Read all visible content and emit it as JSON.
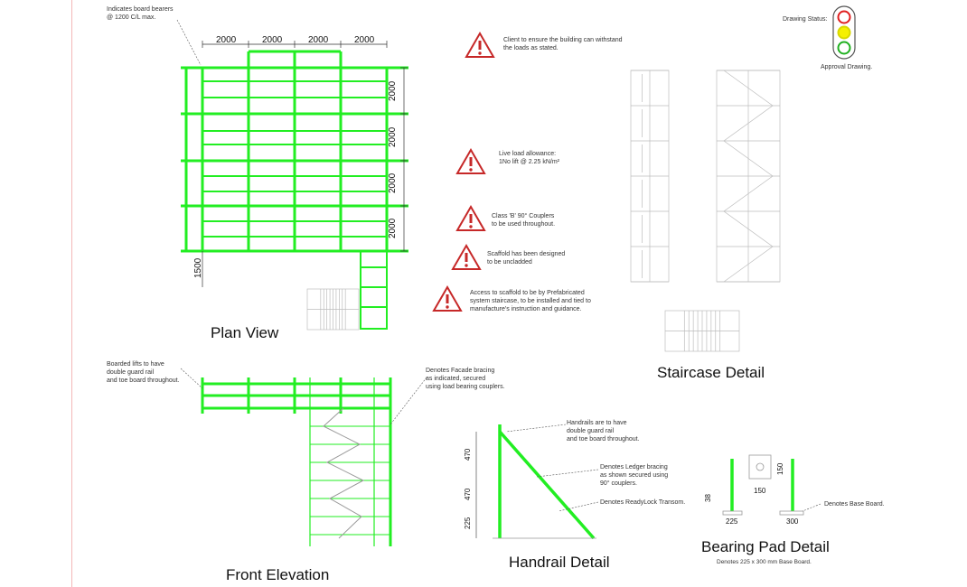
{
  "drawing_status": {
    "label": "Drawing Status:",
    "approval_label": "Approval Drawing.",
    "lights": [
      "#ffffff",
      "#f5f000",
      "#ffffff"
    ],
    "light_stroke_colors": [
      "#e02020",
      "#d8d800",
      "#20b020"
    ]
  },
  "colors": {
    "scaffold": "#22ee22",
    "warning": "#c62828",
    "faint": "#b8b8b8"
  },
  "plan_view": {
    "title": "Plan View",
    "note_bearers": "Indicates board bearers\n@ 1200 C/L max.",
    "top_dims": [
      "2000",
      "2000",
      "2000",
      "2000"
    ],
    "side_dims": [
      "2000",
      "2000",
      "2000",
      "2000"
    ],
    "left_dim": "1500"
  },
  "warnings": [
    {
      "text": "Client to ensure the building can withstand\nthe loads as stated."
    },
    {
      "text": "Live load allowance:\n1No lift @ 2.25 kN/m²"
    },
    {
      "text": "Class 'B' 90° Couplers\nto be used throughout."
    },
    {
      "text": "Scaffold has been designed\nto be uncladded"
    },
    {
      "text": "Access to scaffold to be by Prefabricated\nsystem staircase, to be installed and tied to\nmanufacture's instruction and guidance."
    }
  ],
  "staircase_detail": {
    "title": "Staircase Detail"
  },
  "front_elevation": {
    "title": "Front Elevation",
    "note_lifts": "Boarded lifts to have\ndouble guard rail\nand toe board throughout.",
    "note_bracing": "Denotes Facade bracing\nas indicated, secured\nusing load bearing couplers."
  },
  "handrail_detail": {
    "title": "Handrail Detail",
    "dims": [
      "470",
      "470",
      "225"
    ],
    "note_handrails": "Handrails are to have\ndouble guard rail\nand toe board throughout.",
    "note_ledger": "Denotes Ledger bracing\nas shown secured using\n90° couplers.",
    "note_transom": "Denotes ReadyLock Transom."
  },
  "bearing_pad_detail": {
    "title": "Bearing Pad Detail",
    "subtitle": "Denotes 225 x 300 mm Base Board.",
    "dims": {
      "height": "38",
      "width_a": "225",
      "width_b": "300",
      "offset": "150",
      "pad_h": "150"
    },
    "note_base": "Denotes Base Board."
  }
}
